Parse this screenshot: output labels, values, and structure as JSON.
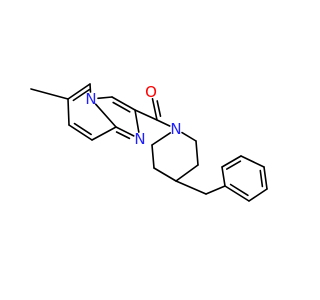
{
  "structure": {
    "atoms": [
      {
        "id": "N_bridge",
        "symbol": "N",
        "color": "#2020ff",
        "label": "N"
      },
      {
        "id": "N_imine",
        "symbol": "N",
        "color": "#2020ff",
        "label": "N"
      },
      {
        "id": "O_carbonyl",
        "symbol": "O",
        "color": "#ff0000",
        "label": "O"
      },
      {
        "id": "N_piperidine",
        "symbol": "N",
        "color": "#2020ff",
        "label": "N"
      }
    ],
    "bond_color": "#000000"
  }
}
